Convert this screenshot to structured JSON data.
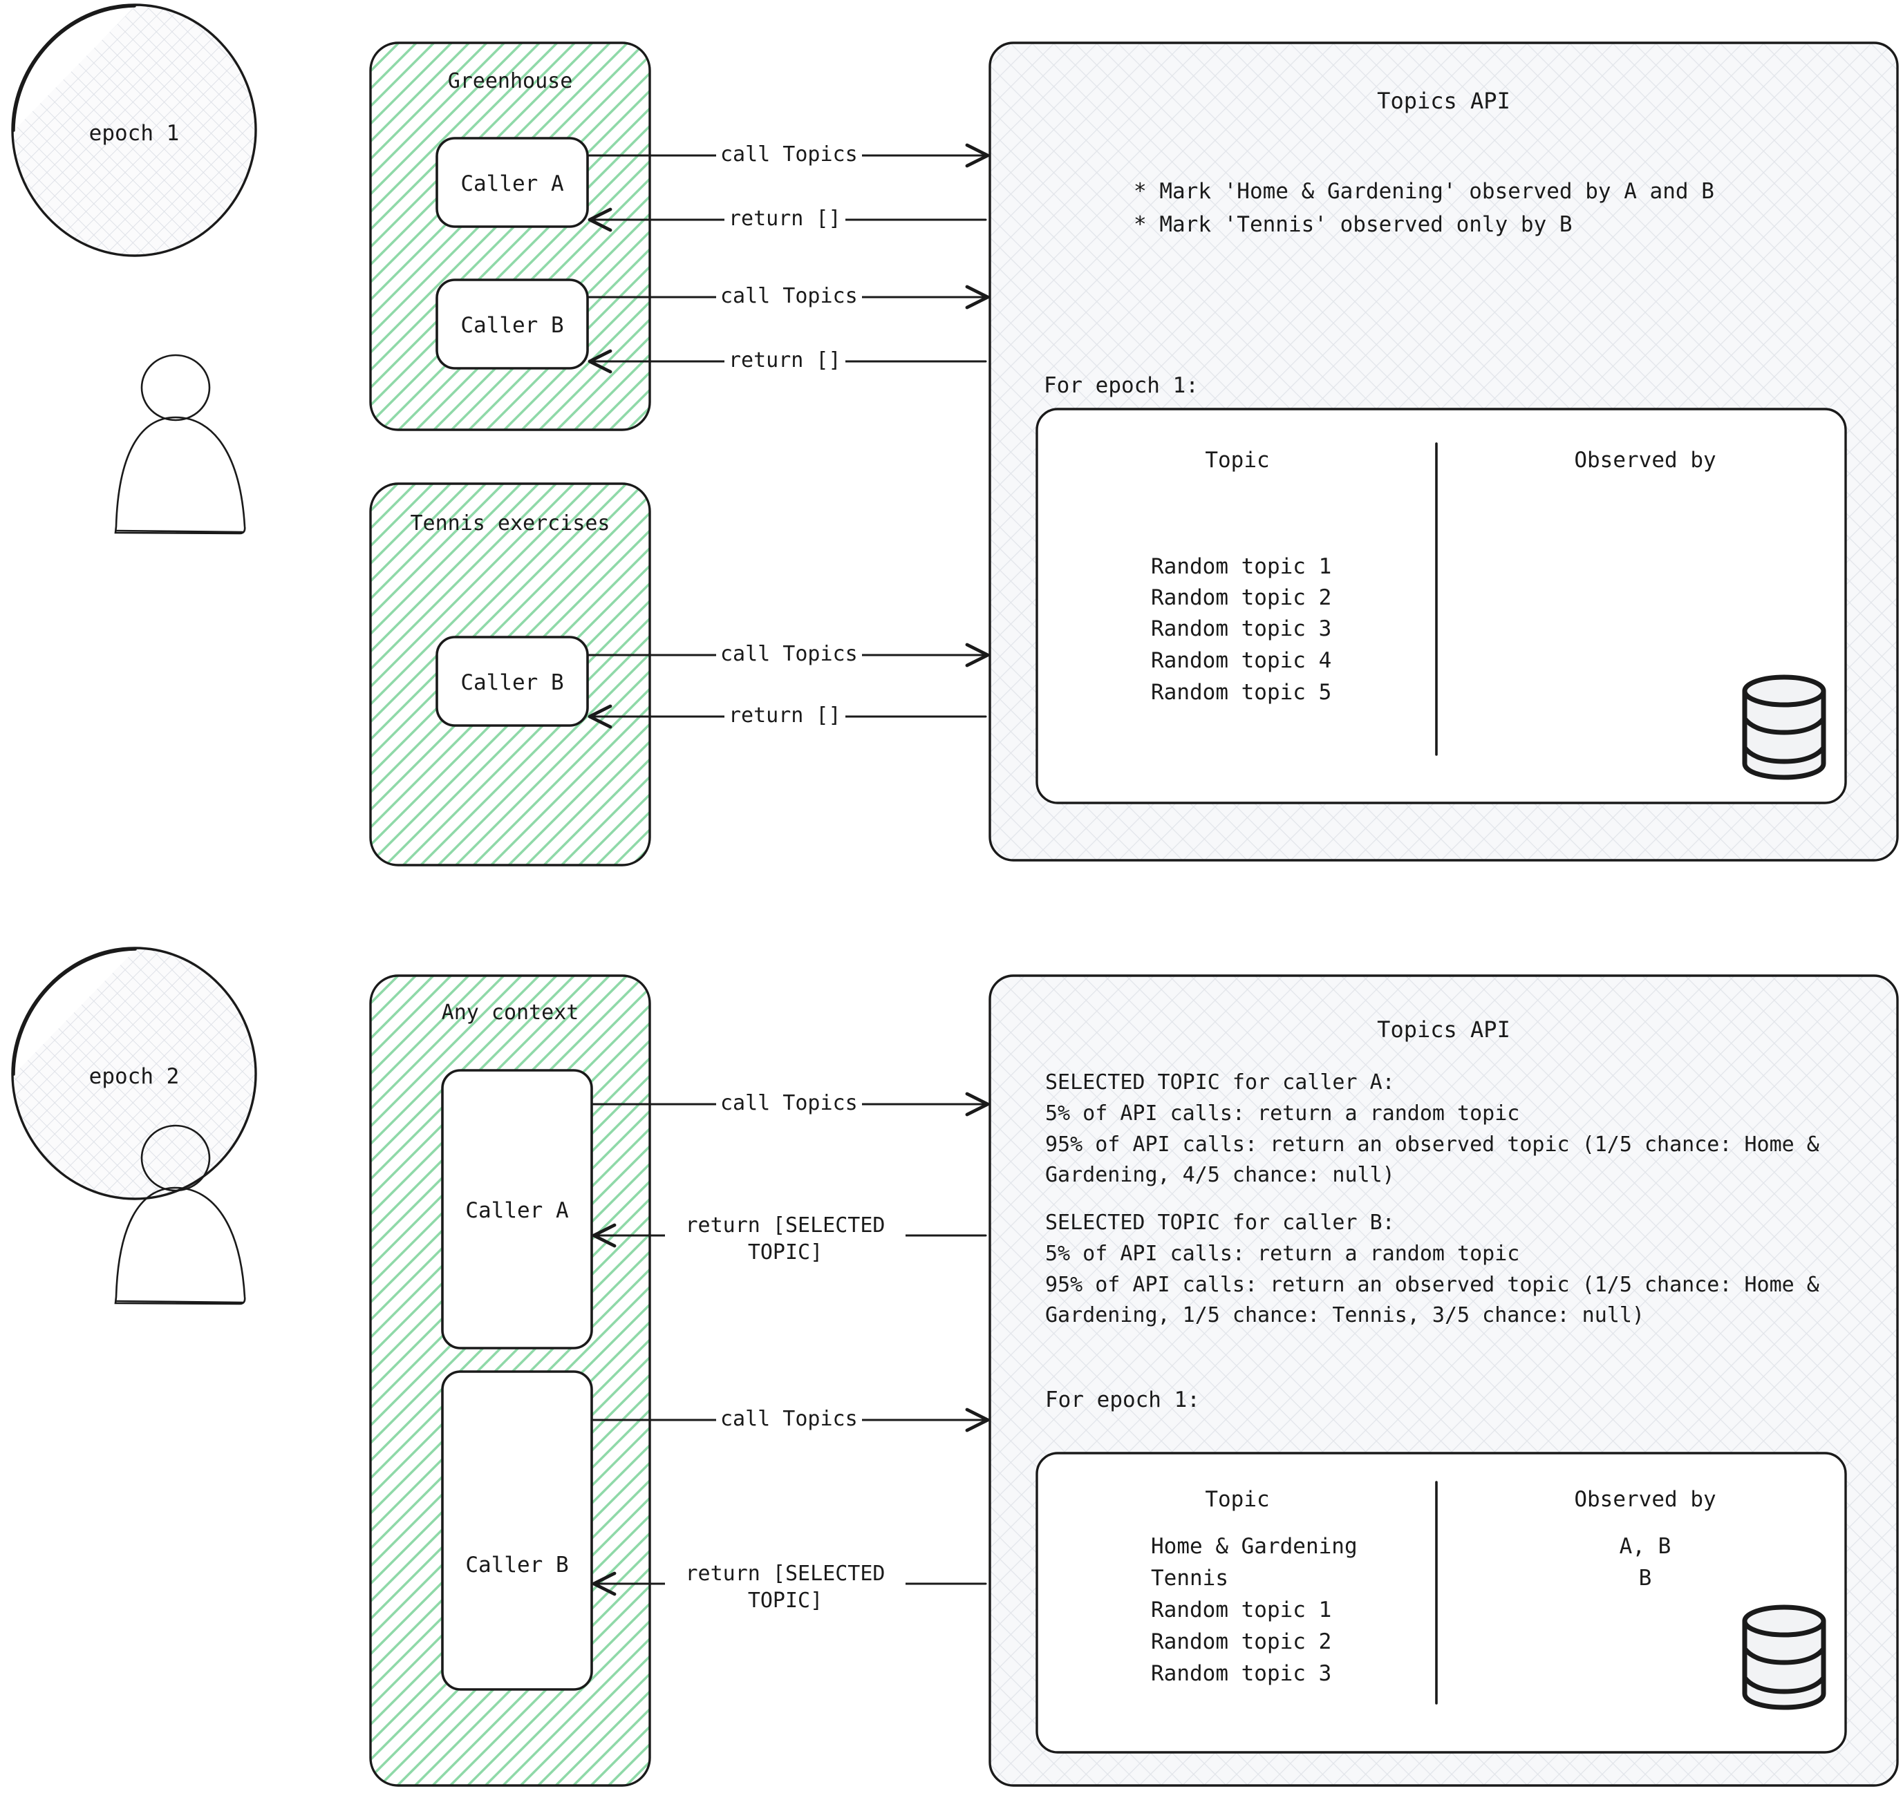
{
  "diagram": {
    "title": "Topics API observation and epoch selection flow",
    "colors": {
      "ink": "#1a1a1a",
      "context_fill": "#d9f2e0",
      "context_hatch": "#8fd9a8",
      "api_fill": "#f4f5f7",
      "white": "#ffffff"
    }
  },
  "sections": [
    {
      "id": "epoch-1",
      "epoch_label": "epoch 1",
      "user_icon": "person-icon",
      "contexts": [
        {
          "id": "greenhouse",
          "label": "Greenhouse",
          "callers": [
            {
              "label": "Caller A",
              "call_label": "call Topics",
              "return_label": "return []"
            },
            {
              "label": "Caller B",
              "call_label": "call Topics",
              "return_label": "return []"
            }
          ]
        },
        {
          "id": "tennis-exercises",
          "label": "Tennis exercises",
          "callers": [
            {
              "label": "Caller B",
              "call_label": "call Topics",
              "return_label": "return []"
            }
          ]
        }
      ],
      "api": {
        "title": "Topics API",
        "bullets": [
          "* Mark 'Home & Gardening' observed by A and B",
          "* Mark 'Tennis' observed only by B"
        ],
        "table_caption": "For epoch 1:",
        "table": {
          "columns": [
            "Topic",
            "Observed by"
          ],
          "rows": [
            {
              "topic": "Random topic 1",
              "observed_by": ""
            },
            {
              "topic": "Random topic 2",
              "observed_by": ""
            },
            {
              "topic": "Random topic 3",
              "observed_by": ""
            },
            {
              "topic": "Random topic 4",
              "observed_by": ""
            },
            {
              "topic": "Random topic 5",
              "observed_by": ""
            }
          ],
          "storage_icon": "database-icon"
        }
      }
    },
    {
      "id": "epoch-2",
      "epoch_label": "epoch 2",
      "user_icon": "person-icon",
      "contexts": [
        {
          "id": "any-context",
          "label": "Any context",
          "callers": [
            {
              "label": "Caller A",
              "call_label": "call Topics",
              "return_label": "return [SELECTED TOPIC]"
            },
            {
              "label": "Caller B",
              "call_label": "call Topics",
              "return_label": "return [SELECTED TOPIC]"
            }
          ]
        }
      ],
      "api": {
        "title": "Topics API",
        "paragraphs": [
          "SELECTED TOPIC for caller A:",
          "5% of API calls: return a random topic",
          "95% of API calls: return an observed topic (1/5 chance: Home & Gardening, 4/5 chance: null)",
          "",
          "SELECTED TOPIC for caller B:",
          "5% of API calls: return a random topic",
          "95% of API calls: return an observed topic (1/5 chance: Home & Gardening, 1/5 chance: Tennis,  3/5 chance: null)"
        ],
        "table_caption": "For epoch 1:",
        "table": {
          "columns": [
            "Topic",
            "Observed by"
          ],
          "rows": [
            {
              "topic": "Home & Gardening",
              "observed_by": "A, B"
            },
            {
              "topic": "Tennis",
              "observed_by": "B"
            },
            {
              "topic": "Random topic 1",
              "observed_by": ""
            },
            {
              "topic": "Random topic 2",
              "observed_by": ""
            },
            {
              "topic": "Random topic 3",
              "observed_by": ""
            }
          ],
          "storage_icon": "database-icon"
        }
      }
    }
  ]
}
